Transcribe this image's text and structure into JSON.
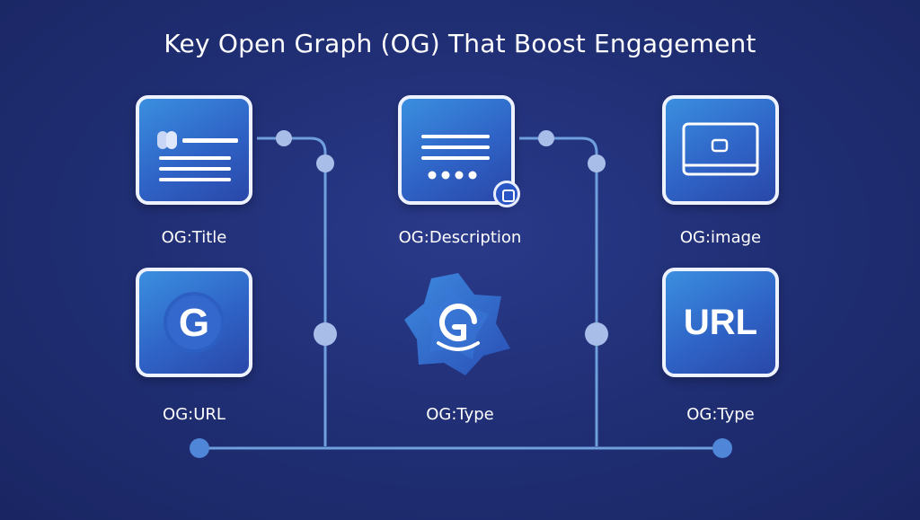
{
  "title": "Key Open Graph (OG) That Boost Engagement",
  "cards": {
    "title": {
      "label": "OG:Title"
    },
    "description": {
      "label": "OG:Description"
    },
    "image": {
      "label": "OG:image"
    },
    "url": {
      "label": "OG:URL"
    },
    "type_center": {
      "label": "OG:Type"
    },
    "type_right": {
      "label": "OG:Type",
      "icon_text": "URL"
    }
  },
  "colors": {
    "background": "#1f2d72",
    "card_gradient_start": "#3a8fe0",
    "card_gradient_end": "#2947a8",
    "card_border": "#eef2ff",
    "connector": "#6f9fdc",
    "node": "#9fb7e8"
  },
  "icons": {
    "title": "title-lines-icon",
    "description": "description-lines-icon",
    "image": "image-frame-icon",
    "url": "google-g-icon",
    "type_center": "google-star-icon",
    "type_right": "url-text-icon"
  }
}
